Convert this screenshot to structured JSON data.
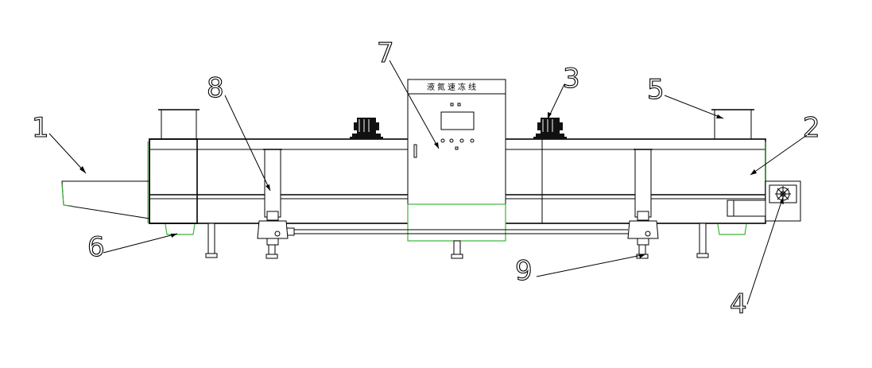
{
  "panel": {
    "title": "液氮速冻线"
  },
  "callouts": [
    {
      "id": "1",
      "label": "1"
    },
    {
      "id": "2",
      "label": "2"
    },
    {
      "id": "3",
      "label": "3"
    },
    {
      "id": "4",
      "label": "4"
    },
    {
      "id": "5",
      "label": "5"
    },
    {
      "id": "6",
      "label": "6"
    },
    {
      "id": "7",
      "label": "7"
    },
    {
      "id": "8",
      "label": "8"
    },
    {
      "id": "9",
      "label": "9"
    }
  ],
  "colors": {
    "line": "#000000",
    "accent": "#3cb43c",
    "background": "#ffffff"
  }
}
